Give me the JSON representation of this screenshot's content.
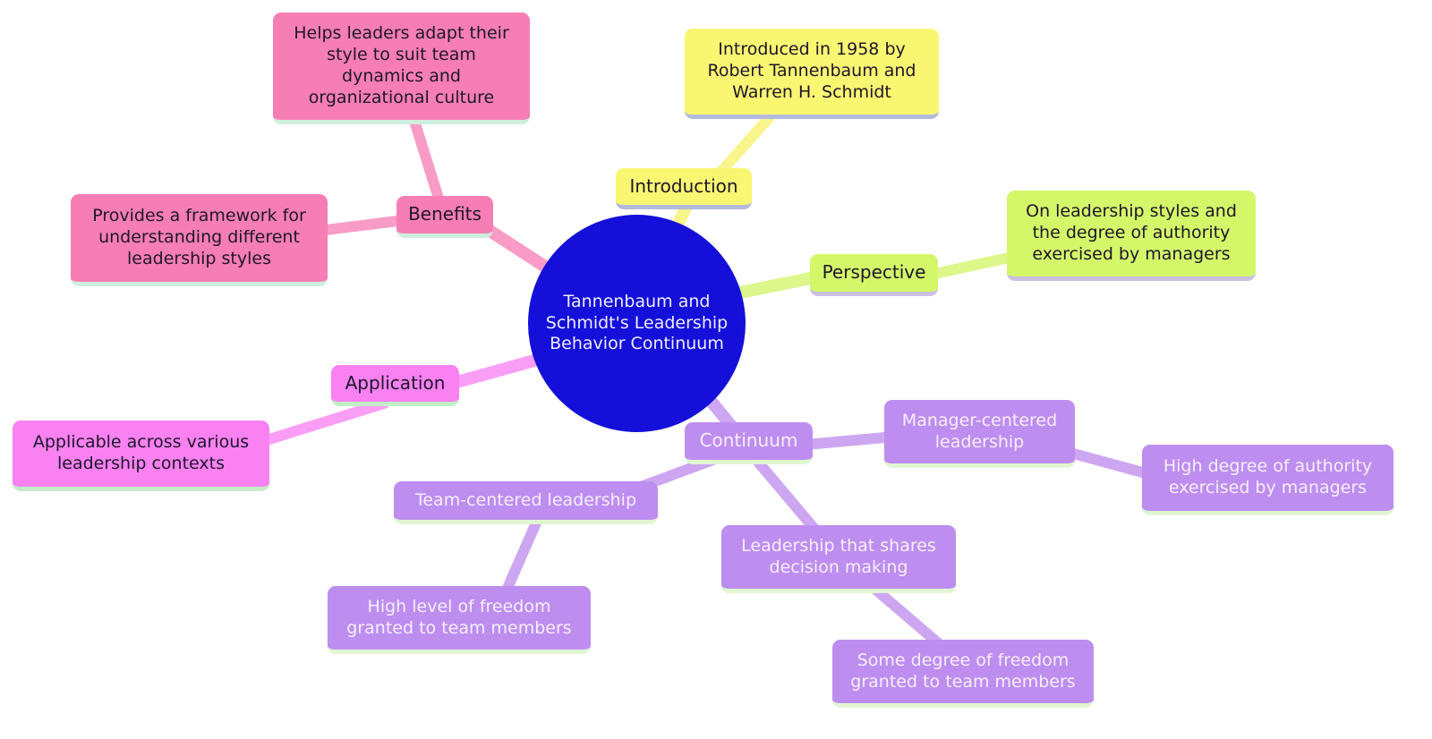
{
  "diagram": {
    "type": "mindmap",
    "root": {
      "label": "Tannenbaum and Schmidt's Leadership Behavior Continuum"
    },
    "branches": [
      {
        "label": "Introduction",
        "color": "yellow",
        "children": [
          {
            "label": "Introduced in 1958 by Robert Tannenbaum and Warren H. Schmidt"
          }
        ]
      },
      {
        "label": "Perspective",
        "color": "green",
        "children": [
          {
            "label": "On leadership styles and the degree of authority exercised by managers"
          }
        ]
      },
      {
        "label": "Benefits",
        "color": "pink",
        "children": [
          {
            "label": "Helps leaders adapt their style to suit team dynamics and organizational culture"
          },
          {
            "label": "Provides a framework for understanding different leadership styles"
          }
        ]
      },
      {
        "label": "Application",
        "color": "magenta",
        "children": [
          {
            "label": "Applicable across various leadership contexts"
          }
        ]
      },
      {
        "label": "Continuum",
        "color": "purple",
        "children": [
          {
            "label": "Manager-centered leadership",
            "children": [
              {
                "label": "High degree of authority exercised by managers"
              }
            ]
          },
          {
            "label": "Team-centered leadership",
            "children": [
              {
                "label": "High level of freedom granted to team members"
              }
            ]
          },
          {
            "label": "Leadership that shares decision making",
            "children": [
              {
                "label": "Some degree of freedom granted to team members"
              }
            ]
          }
        ]
      }
    ]
  },
  "palette": {
    "background": "#ffffff",
    "root_fill": "#1410d9",
    "root_text": "#f0ebfa",
    "node_text_dark": "#1e1629",
    "node_text_light": "#f6effc",
    "pink_fill": "#f67eb4",
    "pink_line": "#f89bc6",
    "pink_shadow": "#cfeede",
    "yellow_fill": "#f9f771",
    "yellow_line": "#f9f58d",
    "yellow_shadow": "#b4bada",
    "green_fill": "#d4f76a",
    "green_line": "#dcf78a",
    "green_shadow": "#c9c0e2",
    "magenta_fill": "#f981f2",
    "magenta_line": "#fa9ef5",
    "magenta_shadow": "#c2edc6",
    "purple_fill": "#bd8df0",
    "purple_line": "#cda6f2",
    "purple_shadow": "#e0f6d2"
  }
}
